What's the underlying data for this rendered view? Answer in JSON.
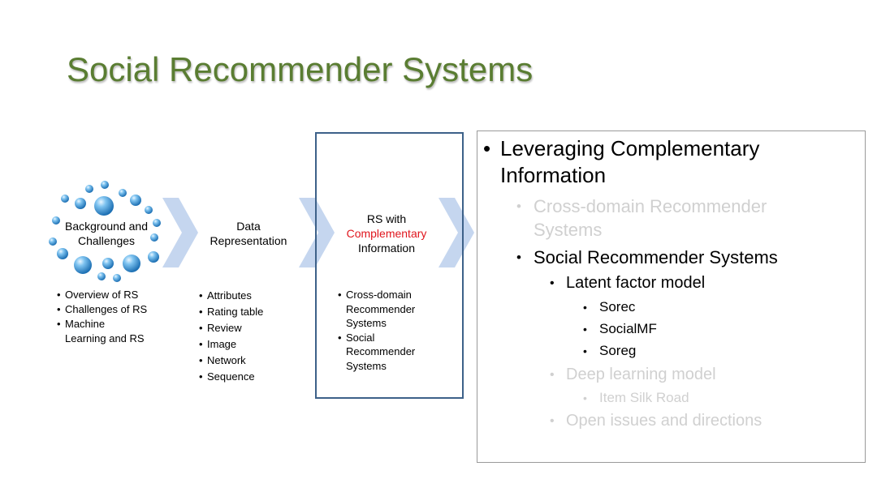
{
  "slide": {
    "title": "Social Recommender Systems"
  },
  "stages": [
    {
      "label_line1": "Background and",
      "label_line2": "Challenges",
      "items": [
        "Overview of RS",
        "Challenges of RS",
        "Machine",
        "Learning and RS"
      ]
    },
    {
      "label_line1": "Data",
      "label_line2": "Representation",
      "items": [
        "Attributes",
        "Rating table",
        "Review",
        "Image",
        "Network",
        "Sequence"
      ]
    },
    {
      "label_line1": "RS with",
      "label_line2": "Complementary",
      "label_line3": "Information",
      "items": [
        "Cross-domain",
        "Recommender",
        "Systems",
        "Social",
        "Recommender",
        "Systems"
      ]
    }
  ],
  "outline": {
    "l1": "Leveraging Complementary",
    "l1b": "Information",
    "l2a": "Cross-domain Recommender",
    "l2a_b": "Systems",
    "l2b": "Social Recommender Systems",
    "l3a": "Latent factor model",
    "l4a": "Sorec",
    "l4b": "SocialMF",
    "l4c": "Soreg",
    "l3b": "Deep learning model",
    "l4d": "Item Silk Road",
    "l3c": "Open issues and directions"
  },
  "colors": {
    "title": "#5a7d32",
    "highlight": "#e0161e",
    "selection_border": "#3d6189",
    "chevron": "#c5d6ef",
    "muted": "#d0d0d0"
  }
}
